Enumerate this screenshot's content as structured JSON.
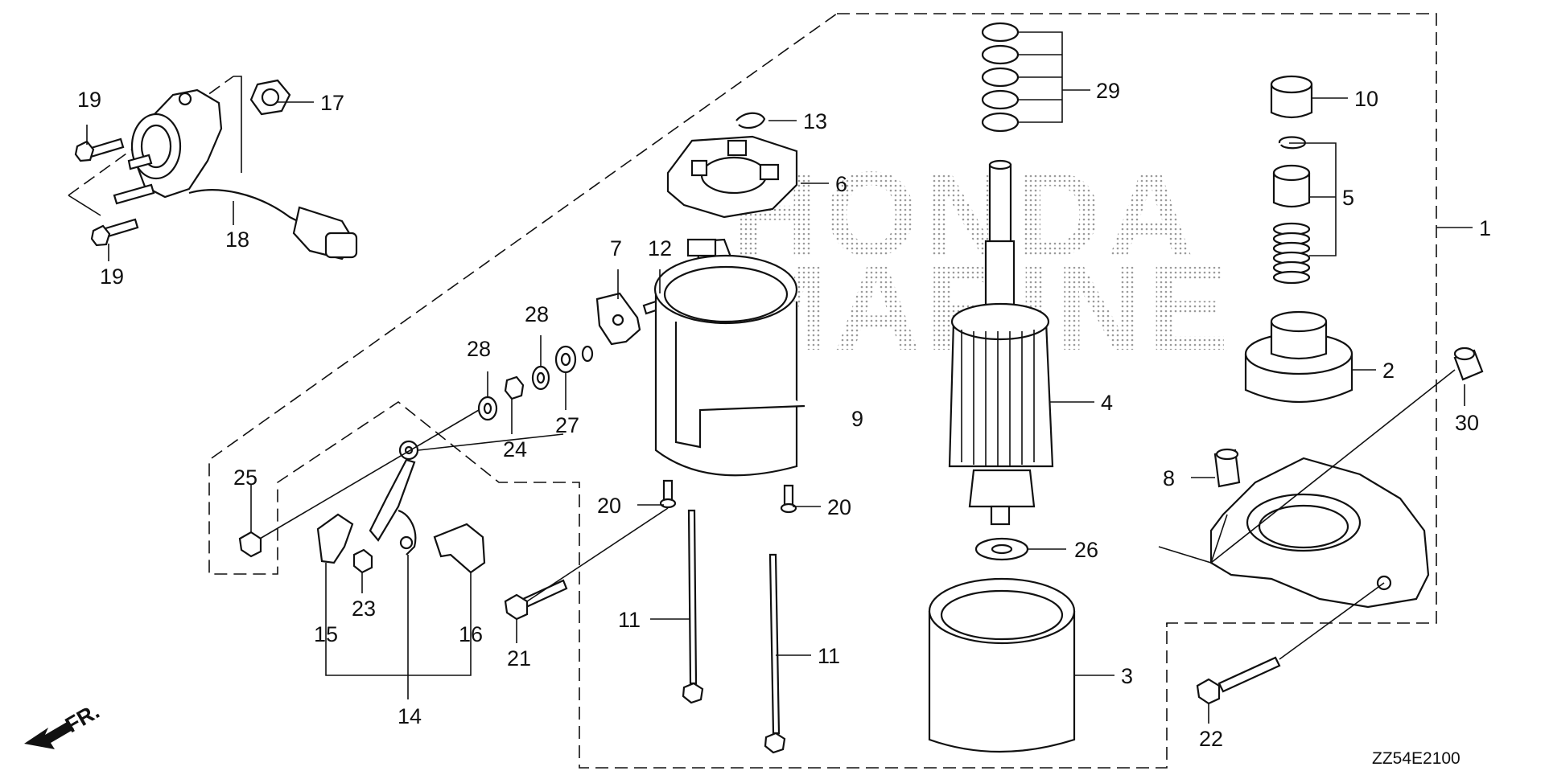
{
  "diagram": {
    "drawing_code": "ZZ54E2100",
    "front_indicator": "FR.",
    "watermark_line1": "HONDA",
    "watermark_line2": "MARINE",
    "callouts": {
      "c1": "1",
      "c2": "2",
      "c3": "3",
      "c4": "4",
      "c5": "5",
      "c6": "6",
      "c7": "7",
      "c8": "8",
      "c9": "9",
      "c10": "10",
      "c11a": "11",
      "c11b": "11",
      "c12": "12",
      "c13": "13",
      "c14": "14",
      "c15": "15",
      "c16": "16",
      "c17": "17",
      "c18": "18",
      "c19a": "19",
      "c19b": "19",
      "c20a": "20",
      "c20b": "20",
      "c21": "21",
      "c22": "22",
      "c23": "23",
      "c24": "24",
      "c25": "25",
      "c26": "26",
      "c27": "27",
      "c28a": "28",
      "c28b": "28",
      "c29": "29",
      "c30": "30"
    }
  }
}
